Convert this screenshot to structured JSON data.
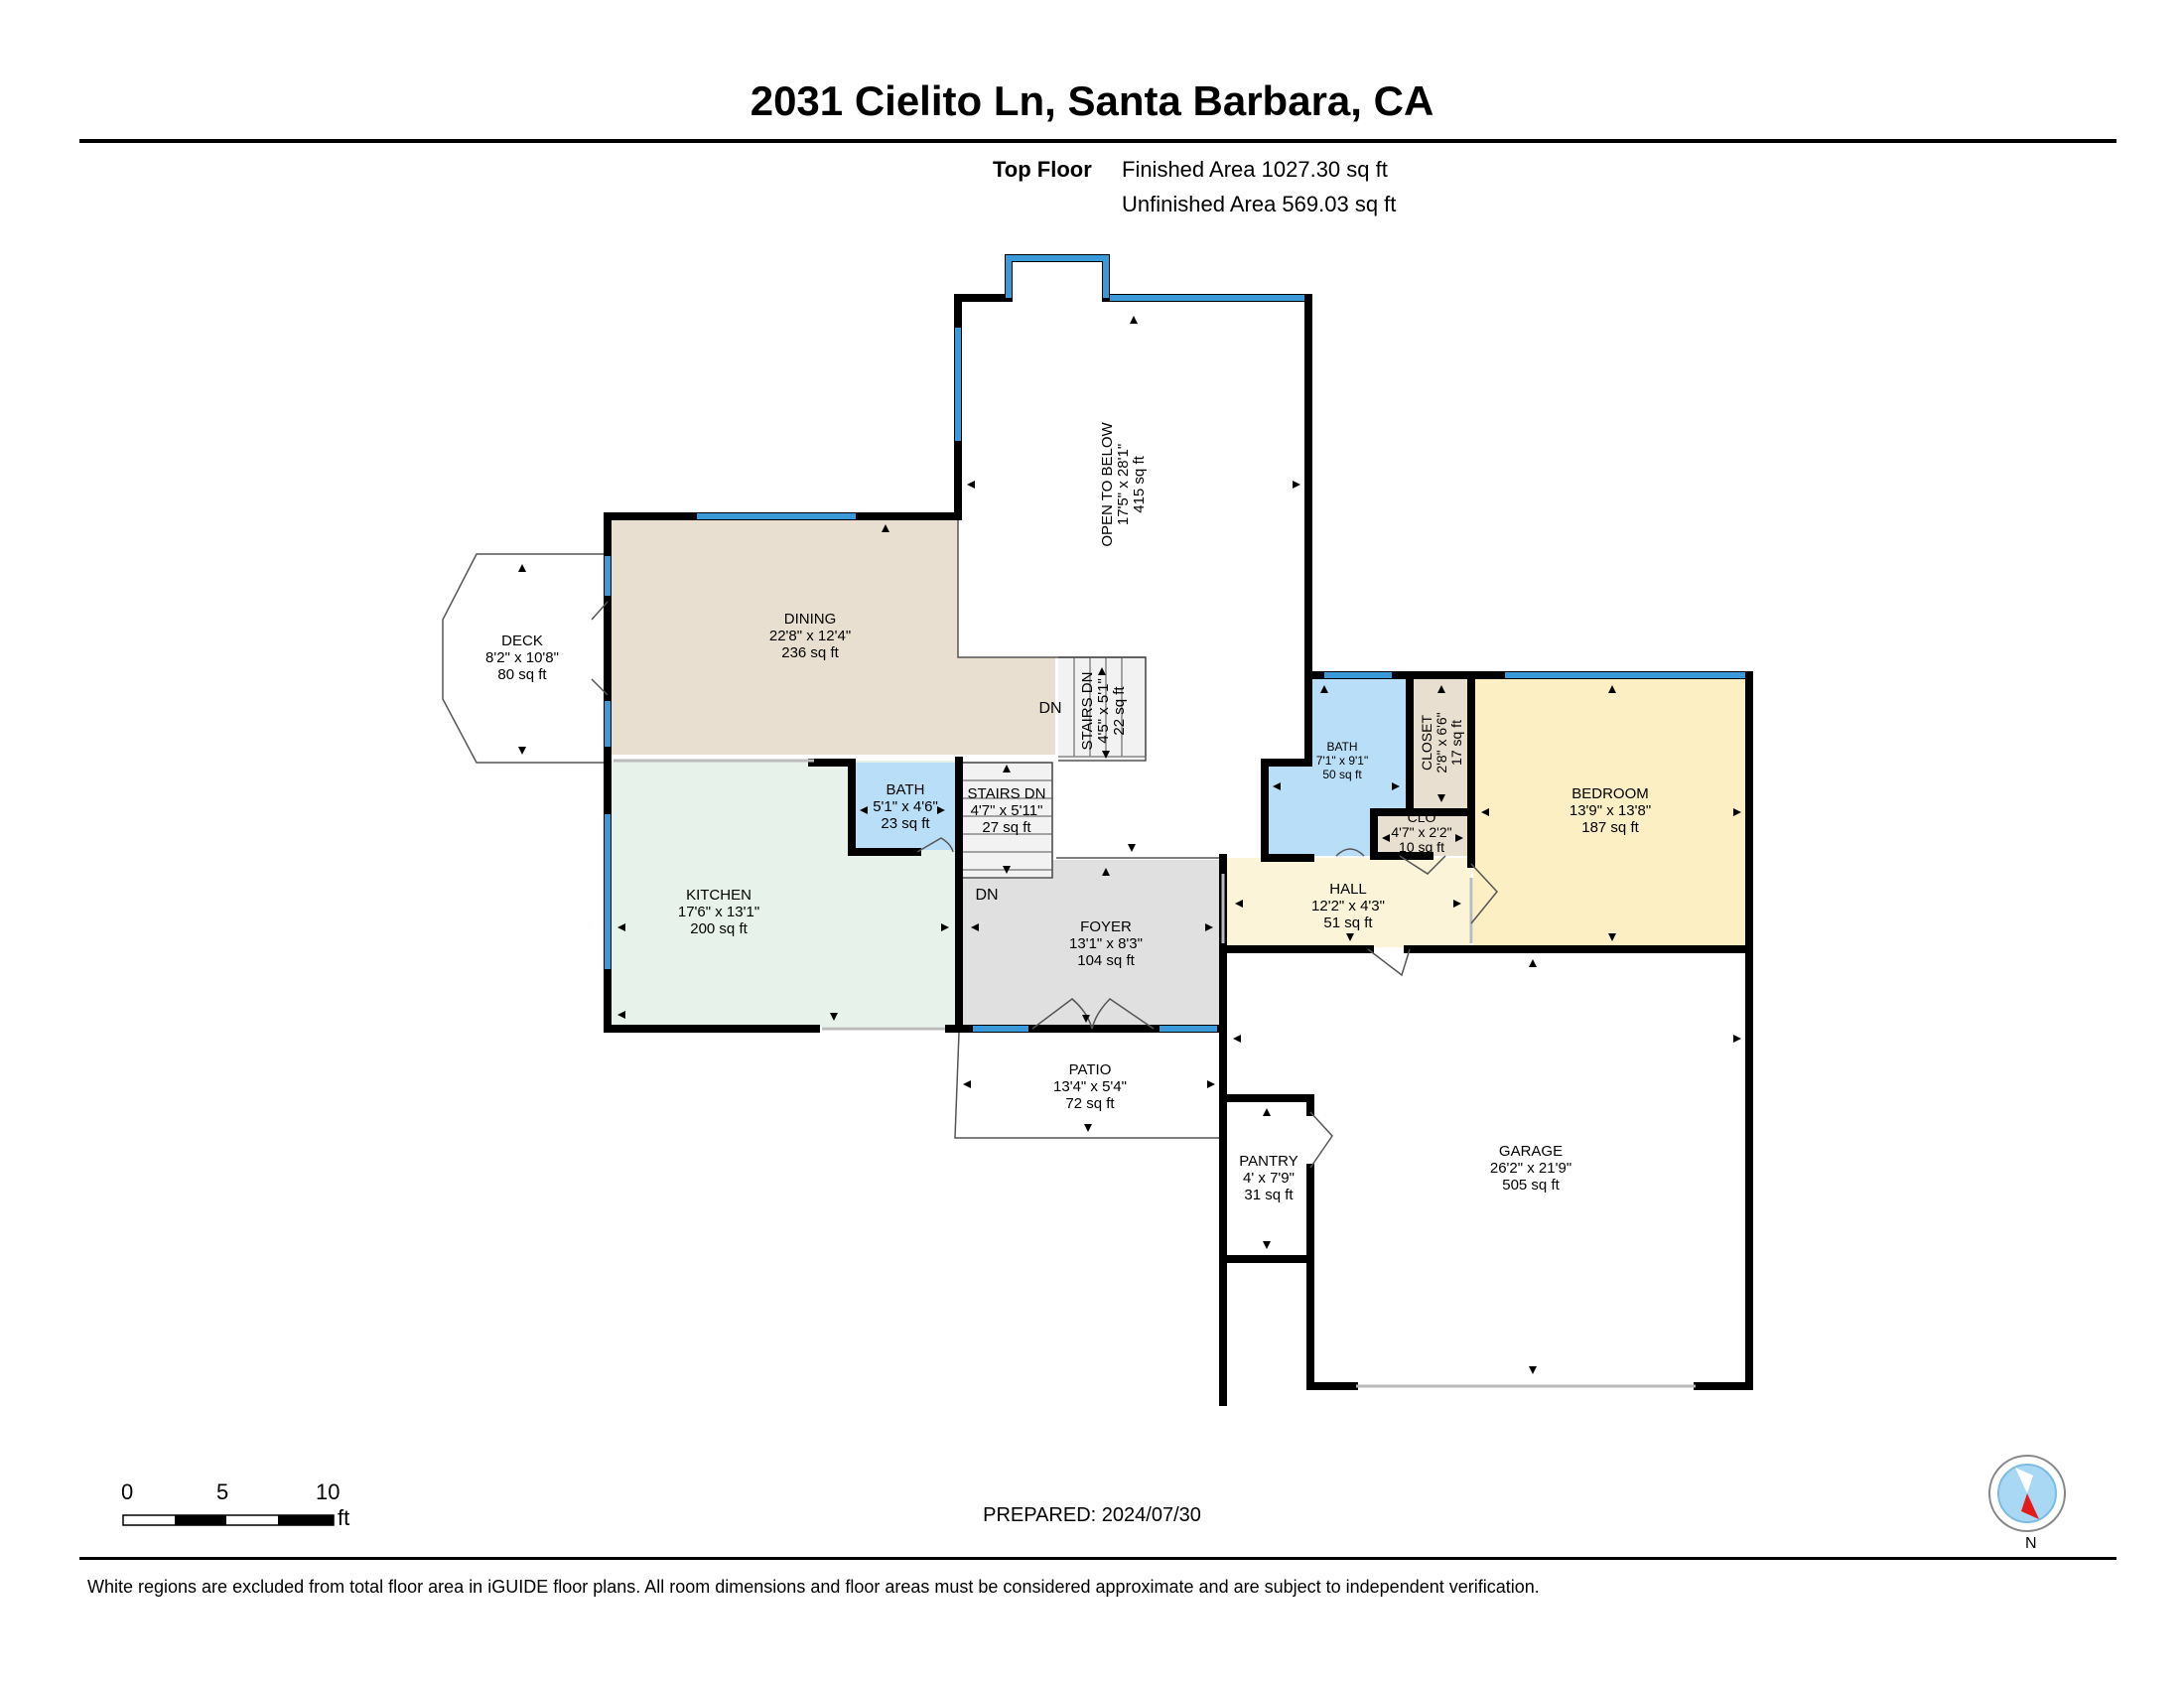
{
  "title": "2031 Cielito Ln, Santa Barbara, CA",
  "floor": {
    "label": "Top Floor",
    "finished_area": "Finished Area 1027.30 sq ft",
    "unfinished_area": "Unfinished Area 569.03 sq ft"
  },
  "rooms": {
    "open_to_below": {
      "name": "OPEN TO BELOW",
      "dims": "17'5\" x 28'1\"",
      "area": "415 sq ft"
    },
    "deck": {
      "name": "DECK",
      "dims": "8'2\" x 10'8\"",
      "area": "80 sq ft"
    },
    "dining": {
      "name": "DINING",
      "dims": "22'8\" x 12'4\"",
      "area": "236 sq ft"
    },
    "stairs_1": {
      "name": "STAIRS DN",
      "dims": "4'5\" x 5'1\"",
      "area": "22 sq ft"
    },
    "bath_1": {
      "name": "BATH",
      "dims": "5'1\" x 4'6\"",
      "area": "23 sq ft"
    },
    "stairs_2": {
      "name": "STAIRS DN",
      "dims": "4'7\" x 5'11\"",
      "area": "27 sq ft"
    },
    "bath_2": {
      "name": "BATH",
      "dims": "7'1\" x 9'1\"",
      "area": "50 sq ft"
    },
    "closet": {
      "name": "CLOSET",
      "dims": "2'8\" x 6'6\"",
      "area": "17 sq ft"
    },
    "clo": {
      "name": "CLO",
      "dims": "4'7\" x 2'2\"",
      "area": "10 sq ft"
    },
    "bedroom": {
      "name": "BEDROOM",
      "dims": "13'9\" x 13'8\"",
      "area": "187 sq ft"
    },
    "kitchen": {
      "name": "KITCHEN",
      "dims": "17'6\" x 13'1\"",
      "area": "200 sq ft"
    },
    "foyer": {
      "name": "FOYER",
      "dims": "13'1\" x 8'3\"",
      "area": "104 sq ft"
    },
    "hall": {
      "name": "HALL",
      "dims": "12'2\" x 4'3\"",
      "area": "51 sq ft"
    },
    "patio": {
      "name": "PATIO",
      "dims": "13'4\" x 5'4\"",
      "area": "72 sq ft"
    },
    "pantry": {
      "name": "PANTRY",
      "dims": "4' x 7'9\"",
      "area": "31 sq ft"
    },
    "garage": {
      "name": "GARAGE",
      "dims": "26'2\" x 21'9\"",
      "area": "505 sq ft"
    }
  },
  "dn_labels": [
    "DN",
    "DN"
  ],
  "scale": {
    "ticks": [
      "0",
      "5",
      "10"
    ],
    "unit": "ft"
  },
  "prepared": "PREPARED: 2024/07/30",
  "compass": {
    "label": "N"
  },
  "disclaimer": "White regions are excluded from total floor area in iGUIDE floor plans. All room dimensions and floor areas must be considered approximate and are subject to independent verification.",
  "colors": {
    "wall": "#000000",
    "window": "#3a9ad9",
    "dining": "#e8dfd0",
    "kitchen": "#e6f2ea",
    "bath": "#b9def7",
    "foyer": "#e0e0e0",
    "hall": "#fbf4d9",
    "bedroom": "#fcefc3",
    "closet": "#e8dfd0",
    "stairs": "#f2f2f2"
  }
}
